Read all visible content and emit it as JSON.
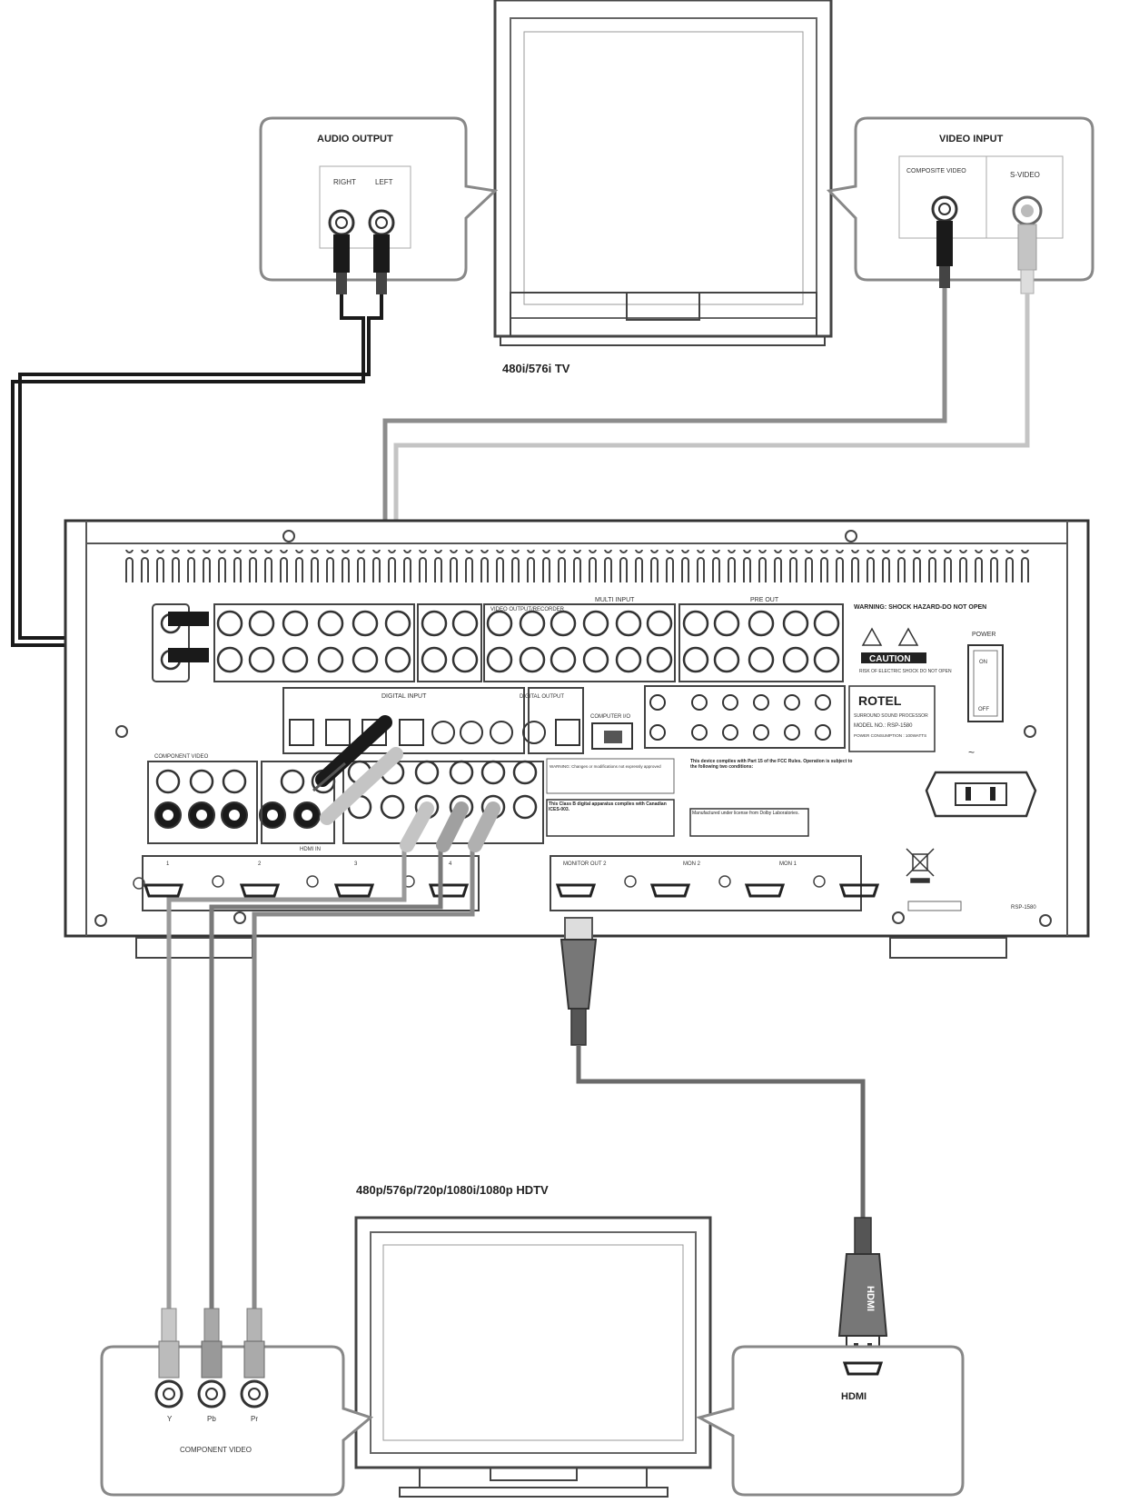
{
  "diagram": {
    "tv_sd": {
      "caption": "480i/576i TV",
      "audio_panel": {
        "title": "AUDIO OUTPUT",
        "right": "RIGHT",
        "left": "LEFT"
      },
      "video_panel": {
        "title": "VIDEO INPUT",
        "composite": "COMPOSITE VIDEO",
        "svideo": "S-VIDEO"
      }
    },
    "receiver": {
      "brand": "ROTEL",
      "product": "SURROUND SOUND PROCESSOR",
      "model": "MODEL NO.: RSP-1580",
      "power_consumption": "POWER CONSUMPTION : 100WATTS",
      "caution": "CAUTION",
      "caution_sub": "RISK OF ELECTRIC SHOCK DO NOT OPEN",
      "warning": "WARNING: SHOCK HAZARD-DO NOT OPEN",
      "power_label": "POWER",
      "power_on": "ON",
      "power_off": "OFF",
      "multi_input": "MULTI INPUT",
      "pre_out": "PRE OUT",
      "digital_input": "DIGITAL INPUT",
      "digital_output": "DIGITAL OUTPUT",
      "video_output": "VIDEO OUTPUT/RECORDER",
      "computer_io": "COMPUTER I/O",
      "component_video": "COMPONENT VIDEO",
      "hdmi_in": "HDMI IN",
      "hdmi_out": "MONITOR OUT",
      "hdmi_in_numbers": [
        "1",
        "2",
        "3",
        "4"
      ],
      "hdmi_out_labels": [
        "MONITOR OUT 2",
        "MON 2",
        "MON 1"
      ],
      "model_tag": "RSP-1580",
      "fcc_text": "This device complies with Part 15 of the FCC Rules. Operation is subject to the following two conditions:",
      "canada_text": "This Class B digital apparatus complies with Canadian ICES-003.",
      "dolby_text": "Manufactured under license from Dolby Laboratories."
    },
    "tv_hd": {
      "caption": "480p/576p/720p/1080i/1080p HDTV",
      "component_panel": {
        "title": "COMPONENT VIDEO",
        "y": "Y",
        "pb": "Pb",
        "pr": "Pr"
      },
      "hdmi_panel": {
        "title": "HDMI"
      },
      "hdmi_plug_text": "HDMI"
    },
    "colors": {
      "line": "#6a6a6a",
      "cable_dark": "#1a1a1a",
      "cable_mid": "#8c8c8c",
      "cable_light": "#c4c4c4",
      "panel": "#ffffff"
    }
  }
}
